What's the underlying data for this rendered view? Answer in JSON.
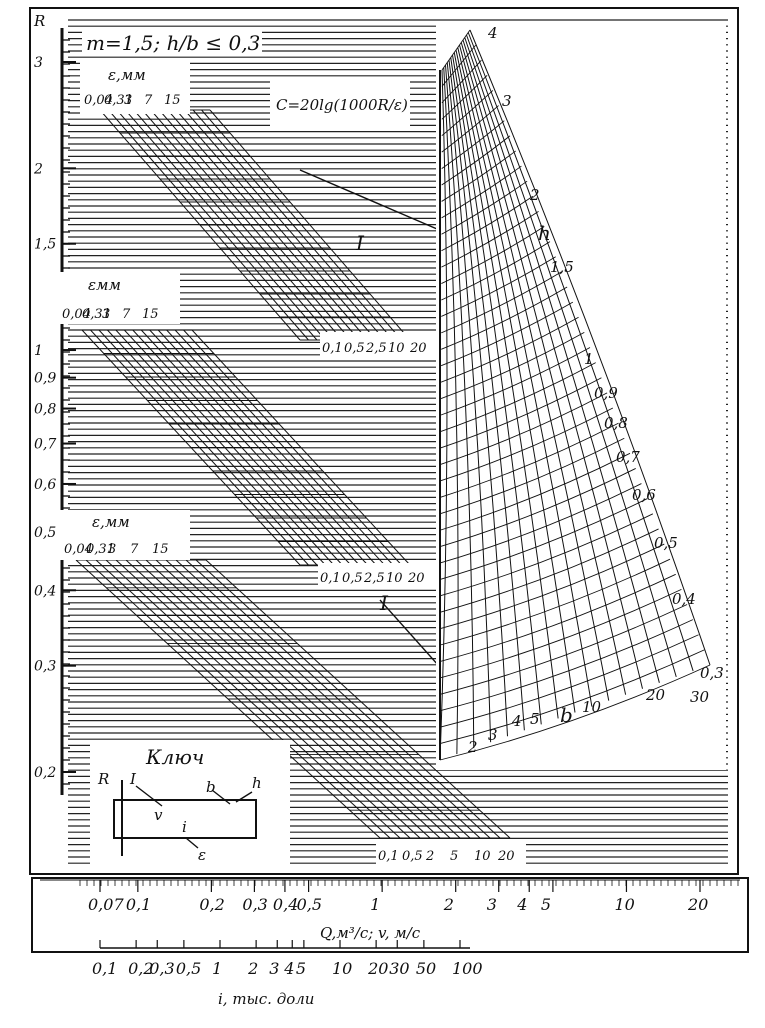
{
  "nomogram": {
    "param_line": "m=1,5; h/b ≤ 0,3",
    "formula": "C=20lg(1000R/ε)",
    "r_axis_label": "R",
    "r_ticks": [
      "3",
      "2",
      "1,5",
      "1",
      "0,9",
      "0,8",
      "0,7",
      "0,6",
      "0,5",
      "0,4",
      "0,3",
      "0,2"
    ],
    "eps_label": "ε,мм",
    "eps_label_mid": "εмм",
    "eps_values_top": [
      "0,04",
      "0,31",
      "3",
      "7",
      "15"
    ],
    "eps_values_bottom": [
      "0,1",
      "0,5",
      "2,5",
      "10",
      "20"
    ],
    "eps_values_lowest": [
      "0,1",
      "0,5",
      "2",
      "5",
      "10",
      "20"
    ],
    "roman_one": "I",
    "h_label": "h",
    "h_scale": [
      "4",
      "3",
      "2",
      "1,5",
      "1",
      "0,9",
      "0,8",
      "0,7",
      "0,6",
      "0,5",
      "0,4",
      "0,3"
    ],
    "b_label": "b",
    "b_scale": [
      "2",
      "3",
      "4",
      "5",
      "10",
      "20",
      "30"
    ]
  },
  "key": {
    "title": "Ключ",
    "r": "R",
    "one": "I",
    "b": "b",
    "h": "h",
    "v": "v",
    "i": "i",
    "eps": "ε"
  },
  "scales": {
    "v_ticks": [
      "0,07",
      "0,1",
      "0,2",
      "0,3",
      "0,4",
      "0,5",
      "1",
      "2",
      "3",
      "4",
      "5",
      "10",
      "20"
    ],
    "v_label": "Q,м³/с; v, м/с",
    "i_ticks": [
      "0,1",
      "0,2",
      "0,3",
      "0,5",
      "1",
      "2",
      "3",
      "4",
      "5",
      "10",
      "20",
      "30",
      "50",
      "100"
    ],
    "i_label": "i, тыс. доли"
  }
}
